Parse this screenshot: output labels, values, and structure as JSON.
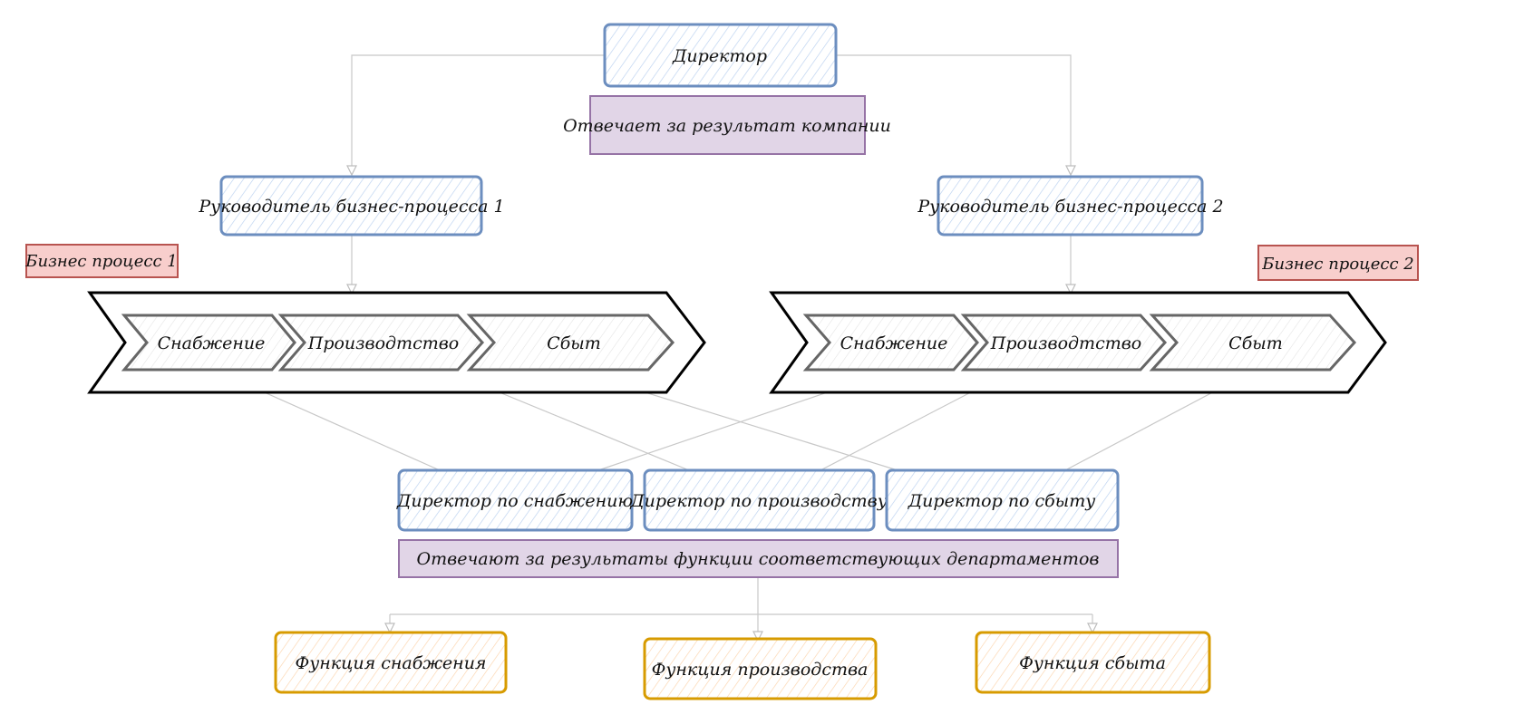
{
  "top": {
    "director": "Директор",
    "director_note": "Отвечает за результат компании"
  },
  "process_leads": [
    {
      "label": "Руководитель бизнес-процесса 1"
    },
    {
      "label": "Руководитель бизнес-процесса 2"
    }
  ],
  "process_tags": [
    {
      "label": "Бизнес процесс 1"
    },
    {
      "label": "Бизнес процесс 2"
    }
  ],
  "processes": [
    {
      "stages": [
        "Снабжение",
        "Производтство",
        "Сбыт"
      ]
    },
    {
      "stages": [
        "Снабжение",
        "Производтство",
        "Сбыт"
      ]
    }
  ],
  "department_directors": [
    {
      "label": "Директор по снабжению"
    },
    {
      "label": "Директор по производству"
    },
    {
      "label": "Директор по сбыту"
    }
  ],
  "department_note": "Отвечают за результаты функции соответствующих департаментов",
  "functions": [
    {
      "label": "Функция снабжения"
    },
    {
      "label": "Функция производства"
    },
    {
      "label": "Функция сбыта"
    }
  ],
  "colors": {
    "role_fill": "#dae8fc",
    "role_stroke": "#6c8ebf",
    "note_fill": "#e1d5e7",
    "note_stroke": "#9673a6",
    "tag_fill": "#f8cecc",
    "tag_stroke": "#b85450",
    "function_fill": "#ffe6cc",
    "function_stroke": "#d79b00",
    "stage_stroke": "#666666",
    "stage_fill": "#f5f5f5",
    "process_stroke": "#000000"
  }
}
